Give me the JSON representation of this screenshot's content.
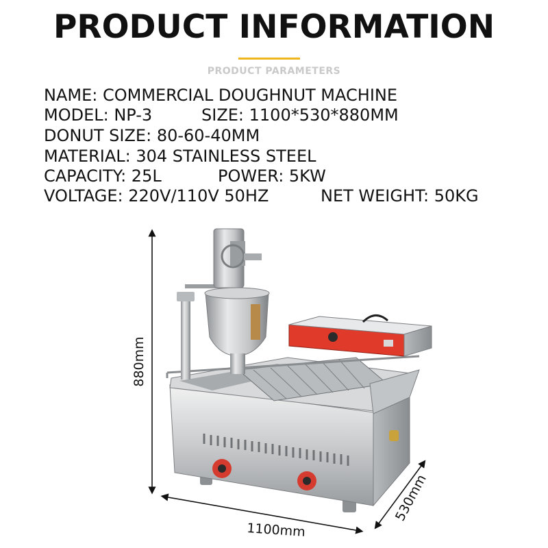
{
  "header": {
    "title": "PRODUCT INFORMATION",
    "subtitle": "PRODUCT PARAMETERS"
  },
  "specs": {
    "name": "NAME: COMMERCIAL DOUGHNUT MACHINE",
    "model": "MODEL: NP-3",
    "size": "SIZE: 1100*530*880MM",
    "donut_size": "DONUT SIZE: 80-60-40MM",
    "material": "MATERIAL: 304 STAINLESS STEEL",
    "capacity": "CAPACITY: 25L",
    "power": "POWER: 5KW",
    "voltage": "VOLTAGE: 220V/110V 50HZ",
    "net_weight": "NET WEIGHT: 50KG"
  },
  "dimensions": {
    "height": "880mm",
    "width": "1100mm",
    "depth": "530mm"
  },
  "colors": {
    "accent_underline": "#f1b51c",
    "subtitle_gray": "#c9c9c9",
    "control_panel_red": "#e03a2a"
  }
}
